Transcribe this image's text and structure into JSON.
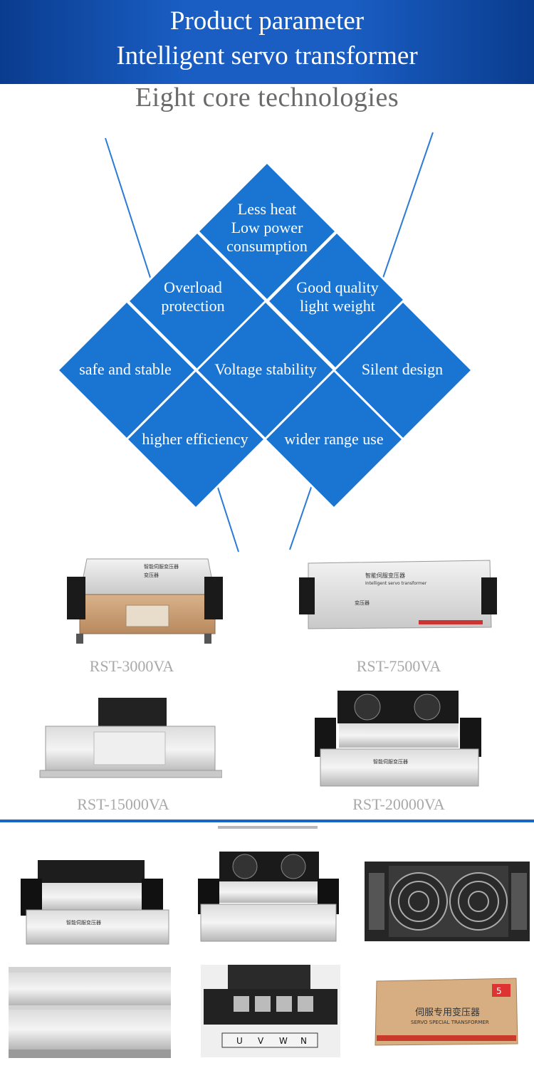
{
  "header": {
    "line1": "Product parameter",
    "line2": "Intelligent servo transformer"
  },
  "subtitle": "Eight core technologies",
  "features": {
    "top": [
      "Less heat",
      "Low power",
      "consumption"
    ],
    "overload": [
      "Overload",
      "protection"
    ],
    "quality": [
      "Good quality",
      "light weight"
    ],
    "safe": "safe and stable",
    "voltage": "Voltage stability",
    "silent": "Silent design",
    "efficiency": "higher efficiency",
    "range": "wider range use"
  },
  "colors": {
    "header_blue": "#1a5ec4",
    "diamond_blue": "#1a75d2",
    "caption_gray": "#a9a9a9"
  },
  "products": [
    {
      "model": "RST-3000VA",
      "label_cn": "智能伺服变压器",
      "plate_cn": "变压器"
    },
    {
      "model": "RST-7500VA",
      "label_cn": "智能伺服变压器",
      "label_en": "Intelligent servo transformer",
      "plate_cn": "变压器"
    },
    {
      "model": "RST-15000VA"
    },
    {
      "model": "RST-20000VA",
      "label_cn": "智能伺服变压器"
    }
  ],
  "photos": {
    "terminal_labels": [
      "U",
      "V",
      "W",
      "N"
    ],
    "box_label_cn": "伺服专用变压器",
    "box_label_en": "SERVO SPECIAL TRANSFORMER",
    "box_badge": "5"
  }
}
